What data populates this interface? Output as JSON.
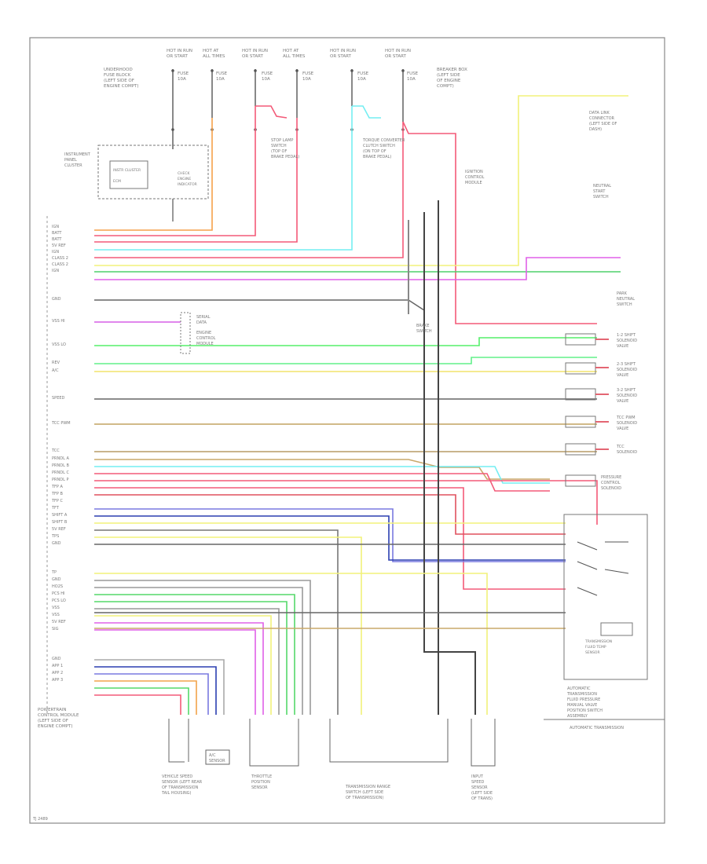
{
  "diagram": {
    "footer_code": "TJ 2489",
    "fuses": [
      {
        "line1": "HOT IN RUN",
        "line2": "OR START",
        "line3": "FUSE",
        "line4": "10A"
      },
      {
        "line1": "HOT AT",
        "line2": "ALL TIMES",
        "line3": "FUSE",
        "line4": "10A"
      },
      {
        "line1": "HOT IN RUN",
        "line2": "OR START",
        "line3": "FUSE",
        "line4": "10A"
      },
      {
        "line1": "HOT AT",
        "line2": "ALL TIMES",
        "line3": "FUSE",
        "line4": "10A"
      },
      {
        "line1": "HOT IN RUN",
        "line2": "OR START",
        "line3": "FUSE",
        "line4": "10A"
      },
      {
        "line1": "HOT IN RUN",
        "line2": "OR START",
        "line3": "FUSE",
        "line4": "10A"
      }
    ],
    "top_left_label": [
      "UNDERHOOD",
      "FUSE BLOCK",
      "(LEFT SIDE OF",
      "ENGINE COMPT)"
    ],
    "top_right_block": [
      "BREAKER BOX",
      "(LEFT SIDE",
      "OF ENGINE",
      "COMPT)"
    ],
    "instrument_cluster": {
      "label": [
        "INSTRUMENT",
        "PANEL",
        "CLUSTER"
      ],
      "inner": [
        "INSTR CLUSTER",
        "ECM"
      ],
      "side": [
        "CHECK",
        "ENGINE",
        "INDICATOR"
      ]
    },
    "modules": {
      "ecm_label": [
        "POWERTRAIN",
        "CONTROL MODULE",
        "(LEFT SIDE OF",
        "ENGINE COMPT)"
      ],
      "cruise_left": [
        "ENGINE",
        "CONTROL",
        "MODULE"
      ],
      "cruise_right": [
        "IGNITION",
        "CONTROL",
        "MODULE"
      ],
      "stop_lamp": [
        "STOP LAMP",
        "SWITCH",
        "(TOP OF",
        "BRAKE PEDAL)"
      ],
      "tcc_switch": [
        "TORQUE CONVERTER",
        "CLUTCH SWITCH",
        "(ON TOP OF",
        "BRAKE PEDAL)"
      ],
      "data_link": [
        "DATA LINK",
        "CONNECTOR",
        "(LEFT SIDE OF",
        "DASH)"
      ],
      "neutral_start": [
        "NEUTRAL",
        "START",
        "SWITCH"
      ],
      "fwd_neutral": [
        "PARK",
        "NEUTRAL",
        "SWITCH"
      ],
      "brake_sw": [
        "BRAKE",
        "SWITCH"
      ],
      "serial_data": [
        "SERIAL",
        "DATA"
      ]
    },
    "left_pins": [
      "IGN",
      "BATT",
      "BATT",
      "5V REF",
      "IGN",
      "CLASS 2",
      "CLASS 2",
      "IGN",
      "GND",
      "VSS HI",
      "VSS LO",
      "REV",
      "A/C",
      "SPEED",
      "TCC PWM",
      "TCC",
      "PRNDL A",
      "PRNDL B",
      "PRNDL C",
      "PRNDL P",
      "TFP A",
      "TFP B",
      "TFP C",
      "TFT",
      "SHIFT A",
      "SHIFT B",
      "5V REF",
      "TPS",
      "GND",
      "TP",
      "GND",
      "HO2S",
      "PCS HI",
      "PCS LO",
      "VSS",
      "VSS",
      "5V REF",
      "SIG",
      "GND",
      "APP 1",
      "APP 2",
      "APP 3"
    ],
    "right_components": [
      [
        "1-2 SHIFT",
        "SOLENOID",
        "VALVE"
      ],
      [
        "2-3 SHIFT",
        "SOLENOID",
        "VALVE"
      ],
      [
        "3-2 SHIFT",
        "SOLENOID",
        "VALVE"
      ],
      [
        "TCC PWM",
        "SOLENOID",
        "VALVE"
      ],
      [
        "TCC",
        "SOLENOID"
      ],
      [
        "PRESSURE",
        "CONTROL",
        "SOLENOID"
      ]
    ],
    "trans_box": [
      "AUTOMATIC",
      "TRANSMISSION",
      "FLUID PRESSURE",
      "MANUAL VALVE",
      "POSITION SWITCH",
      "ASSEMBLY"
    ],
    "trans_footer": "AUTOMATIC TRANSMISSION",
    "trans_sub": [
      "TRANSMISSION",
      "FLUID TEMP",
      "SENSOR"
    ],
    "bottom_labels": {
      "vss": [
        "VEHICLE SPEED",
        "SENSOR (LEFT REAR",
        "OF TRANSMISSION",
        "TAIL HOUSING)"
      ],
      "tps": [
        "THROTTLE",
        "POSITION",
        "SENSOR"
      ],
      "switches": [
        "TRANSMISSION RANGE",
        "SWITCH (LEFT SIDE",
        "OF TRANSMISSION)"
      ],
      "speed": [
        "INPUT",
        "SPEED",
        "SENSOR",
        "(LEFT SIDE",
        "OF TRANS)"
      ],
      "small": [
        "A/C",
        "SENSOR"
      ]
    }
  }
}
